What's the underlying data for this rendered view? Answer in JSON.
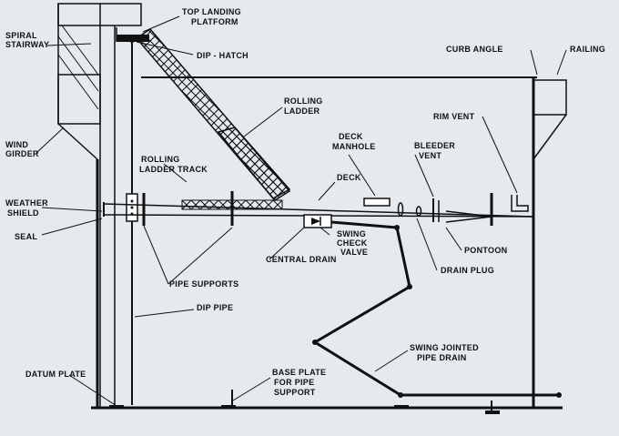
{
  "diagram": {
    "title": "Floating roof tank with rolling ladder and swing-jointed pipe drain",
    "labels": {
      "spiral_stairway": [
        "SPIRAL",
        "STAIRWAY"
      ],
      "top_landing_platform": [
        "TOP LANDING",
        "PLATFORM"
      ],
      "dip_hatch": "DIP - HATCH",
      "curb_angle": "CURB ANGLE",
      "railing": "RAILING",
      "rolling_ladder": [
        "ROLLING",
        "LADDER"
      ],
      "wind_girder": [
        "WIND",
        "GIRDER"
      ],
      "rolling_ladder_track": [
        "ROLLING",
        "LADDER TRACK"
      ],
      "deck_manhole": [
        "DECK",
        "MANHOLE"
      ],
      "deck": "DECK",
      "bleeder_vent": [
        "BLEEDER",
        "VENT"
      ],
      "rim_vent": "RIM VENT",
      "weather_shield": [
        "WEATHER",
        "SHIELD"
      ],
      "seal": "SEAL",
      "swing_check_valve": [
        "SWING",
        "CHECK",
        "VALVE"
      ],
      "pontoon": "PONTOON",
      "central_drain": "CENTRAL DRAIN",
      "drain_plug": "DRAIN PLUG",
      "pipe_supports": "PIPE SUPPORTS",
      "dip_pipe": "DIP PIPE",
      "swing_jointed_pipe_drain": [
        "SWING JOINTED",
        "PIPE DRAIN"
      ],
      "datum_plate": "DATUM PLATE",
      "base_plate": [
        "BASE PLATE",
        "FOR PIPE",
        "SUPPORT"
      ]
    }
  }
}
